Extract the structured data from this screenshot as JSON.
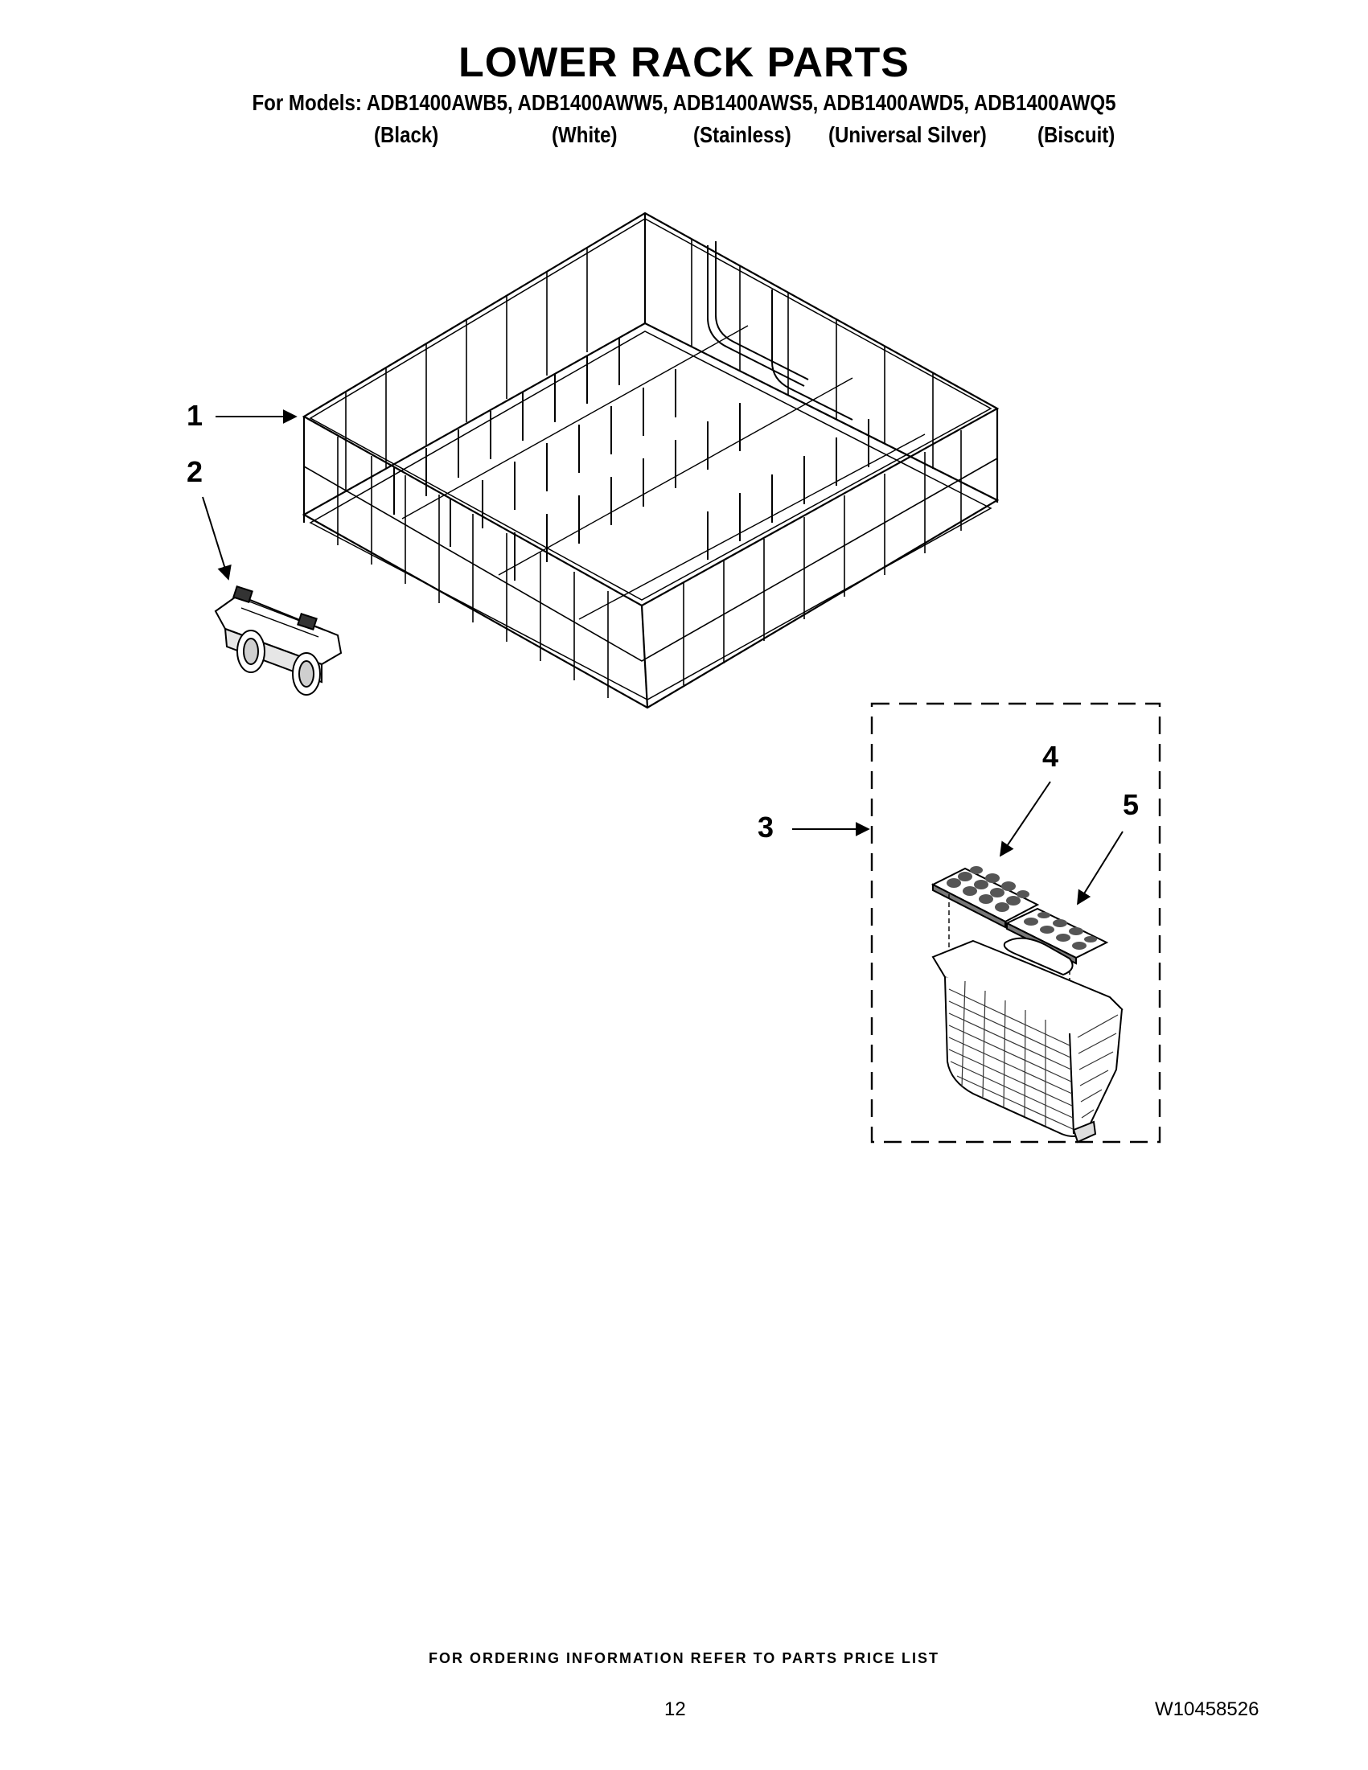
{
  "header": {
    "title": "LOWER RACK PARTS",
    "models": "For Models: ADB1400AWB5, ADB1400AWW5, ADB1400AWS5, ADB1400AWD5, ADB1400AWQ5",
    "variants": [
      "(Black)",
      "(White)",
      "(Stainless)",
      "(Universal Silver)",
      "(Biscuit)"
    ]
  },
  "callouts": [
    "1",
    "2",
    "3",
    "4",
    "5"
  ],
  "footer": {
    "ordering_note": "FOR ORDERING INFORMATION REFER TO PARTS PRICE LIST",
    "page_number": "12",
    "document_number": "W10458526"
  }
}
